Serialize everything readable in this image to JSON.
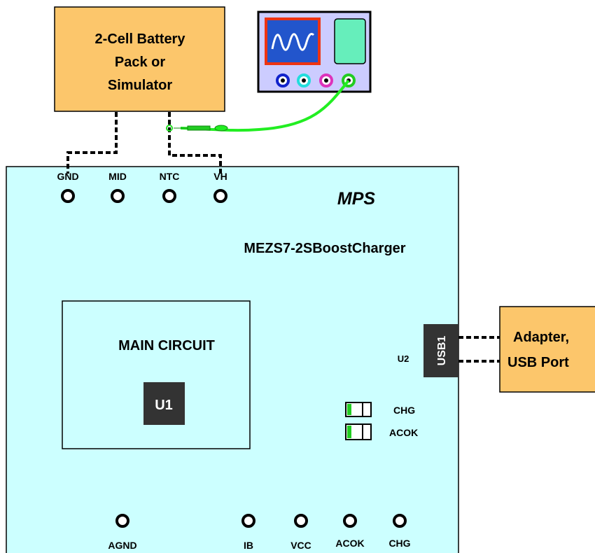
{
  "battery": {
    "line1": "2-Cell Battery",
    "line2": "Pack or",
    "line3": "Simulator"
  },
  "board": {
    "brand": "MPS",
    "name": "MEZS7-2SBoostCharger",
    "main_circuit": "MAIN CIRCUIT",
    "u1": "U1",
    "u2": "U2",
    "usb": "USB1"
  },
  "top_pins": [
    "GND",
    "MID",
    "NTC",
    "VH"
  ],
  "bottom_pins": [
    "AGND",
    "IB",
    "VCC",
    "ACOK",
    "CHG"
  ],
  "leds": [
    "CHG",
    "ACOK"
  ],
  "adapter": {
    "line1": "Adapter,",
    "line2": "USB Port"
  },
  "colors": {
    "board": "#ccffff",
    "battery": "#fcc66b",
    "adapter": "#fcc66b",
    "probe": "#22dd22",
    "scope_body": "#ccccff",
    "scope_screen_frame": "#ee3311",
    "scope_screen": "#2255cc",
    "scope_panel": "#66eebb",
    "chip": "#333333"
  },
  "icons": [
    "oscilloscope-icon",
    "probe-clip-icon",
    "test-point-icon",
    "led-icon"
  ]
}
